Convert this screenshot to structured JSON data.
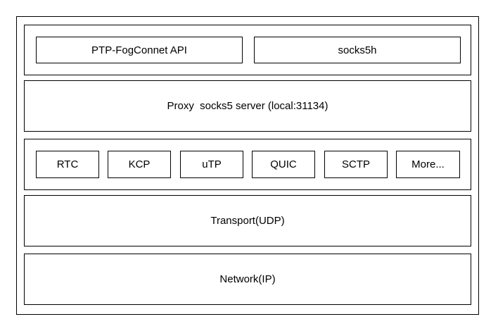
{
  "layers": {
    "api_layer": {
      "api": "PTP-FogConnet API",
      "socks": "socks5h"
    },
    "proxy_layer": {
      "label": "Proxy  socks5 server (local:31134)"
    },
    "protocol_layer": {
      "items": [
        "RTC",
        "KCP",
        "uTP",
        "QUIC",
        "SCTP",
        "More..."
      ]
    },
    "transport_layer": {
      "label": "Transport(UDP)"
    },
    "network_layer": {
      "label": "Network(IP)"
    }
  }
}
